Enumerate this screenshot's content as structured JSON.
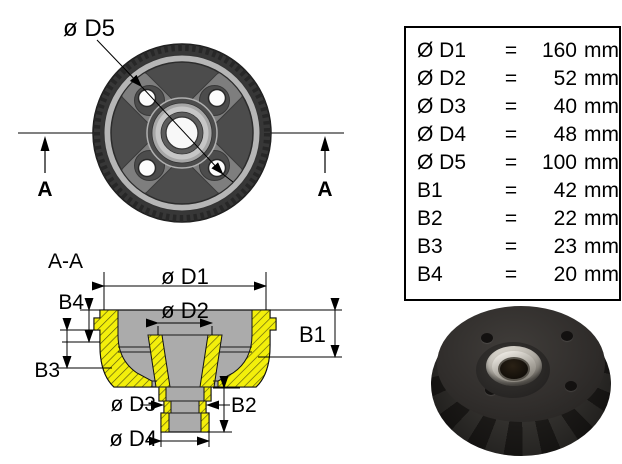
{
  "front_view": {
    "d5_label": "ø D5",
    "section_marker_left": "A",
    "section_marker_right": "A"
  },
  "section_view": {
    "title": "A-A",
    "d1_label": "ø D1",
    "d2_label": "ø D2",
    "d3_label": "ø D3",
    "d4_label": "ø D4",
    "b1_label": "B1",
    "b2_label": "B2",
    "b3_label": "B3",
    "b4_label": "B4"
  },
  "dimensions_table": {
    "rows": [
      {
        "name": "Ø D1",
        "eq": "=",
        "value": "160",
        "unit": "mm"
      },
      {
        "name": "Ø D2",
        "eq": "=",
        "value": "52",
        "unit": "mm"
      },
      {
        "name": "Ø D3",
        "eq": "=",
        "value": "40",
        "unit": "mm"
      },
      {
        "name": "Ø D4",
        "eq": "=",
        "value": "48",
        "unit": "mm"
      },
      {
        "name": "Ø D5",
        "eq": "=",
        "value": "100",
        "unit": "mm"
      },
      {
        "name": "B1",
        "eq": "=",
        "value": "42",
        "unit": "mm"
      },
      {
        "name": "B2",
        "eq": "=",
        "value": "22",
        "unit": "mm"
      },
      {
        "name": "B3",
        "eq": "=",
        "value": "23",
        "unit": "mm"
      },
      {
        "name": "B4",
        "eq": "=",
        "value": "20",
        "unit": "mm"
      }
    ]
  },
  "colors": {
    "hatch_yellow": "#f3ef0b",
    "section_gray": "#ababab",
    "rim_dark": "#373737",
    "ring_light": "#b6b6b6",
    "interior_dark": "#4c4c4c",
    "spoke_gray": "#7e7e7e",
    "line_black": "#000000"
  }
}
